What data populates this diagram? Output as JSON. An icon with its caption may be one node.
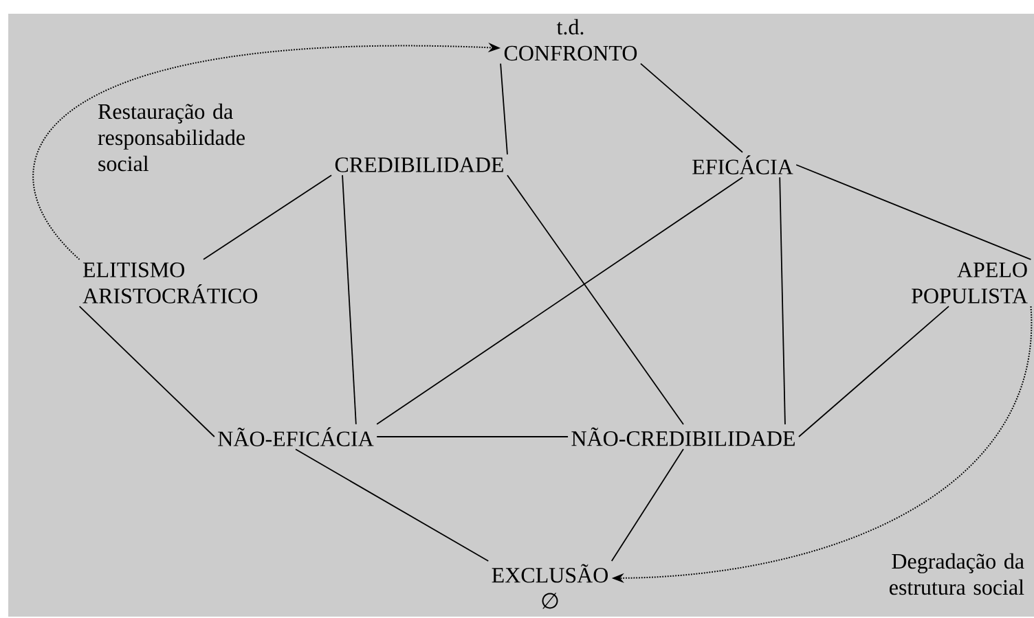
{
  "diagram": {
    "nodes": [
      {
        "text": [
          "t.d.",
          "CONFRONTO"
        ]
      },
      {
        "text": [
          "CREDIBILIDADE"
        ]
      },
      {
        "text": [
          "EFICÁCIA"
        ]
      },
      {
        "text": [
          "ELITISMO ARISTOCRÁTICO"
        ]
      },
      {
        "text": [
          "APELO POPULISTA"
        ]
      },
      {
        "text": [
          "NÃO-EFICÁCIA"
        ]
      },
      {
        "text": [
          "NÃO-CREDIBILIDADE"
        ]
      },
      {
        "text": [
          "EXCLUSÃO",
          "∅"
        ]
      }
    ],
    "edges": [
      {
        "from": 0,
        "to": 1,
        "arrow": "none"
      },
      {
        "from": 0,
        "to": 2,
        "arrow": "none"
      },
      {
        "from": 1,
        "to": 5,
        "arrow": "none"
      },
      {
        "from": 1,
        "to": 6,
        "arrow": "none"
      },
      {
        "from": 2,
        "to": 5,
        "arrow": "none"
      },
      {
        "from": 2,
        "to": 6,
        "arrow": "none"
      },
      {
        "from": 3,
        "to": 1,
        "arrow": "none"
      },
      {
        "from": 3,
        "to": 5,
        "arrow": "none"
      },
      {
        "from": 2,
        "to": 4,
        "arrow": "none"
      },
      {
        "from": 4,
        "to": 6,
        "arrow": "none"
      },
      {
        "from": 5,
        "to": 6,
        "arrow": "none"
      },
      {
        "from": 5,
        "to": 7,
        "arrow": "none"
      },
      {
        "from": 6,
        "to": 7,
        "arrow": "none"
      },
      {
        "from": 3,
        "to": 0,
        "arrow": "to",
        "style": "dashed",
        "label": "Restauração da responsabilidade social"
      },
      {
        "from": 4,
        "to": 7,
        "arrow": "to",
        "style": "dashed",
        "label": "Degradação da estrutura social"
      }
    ]
  }
}
